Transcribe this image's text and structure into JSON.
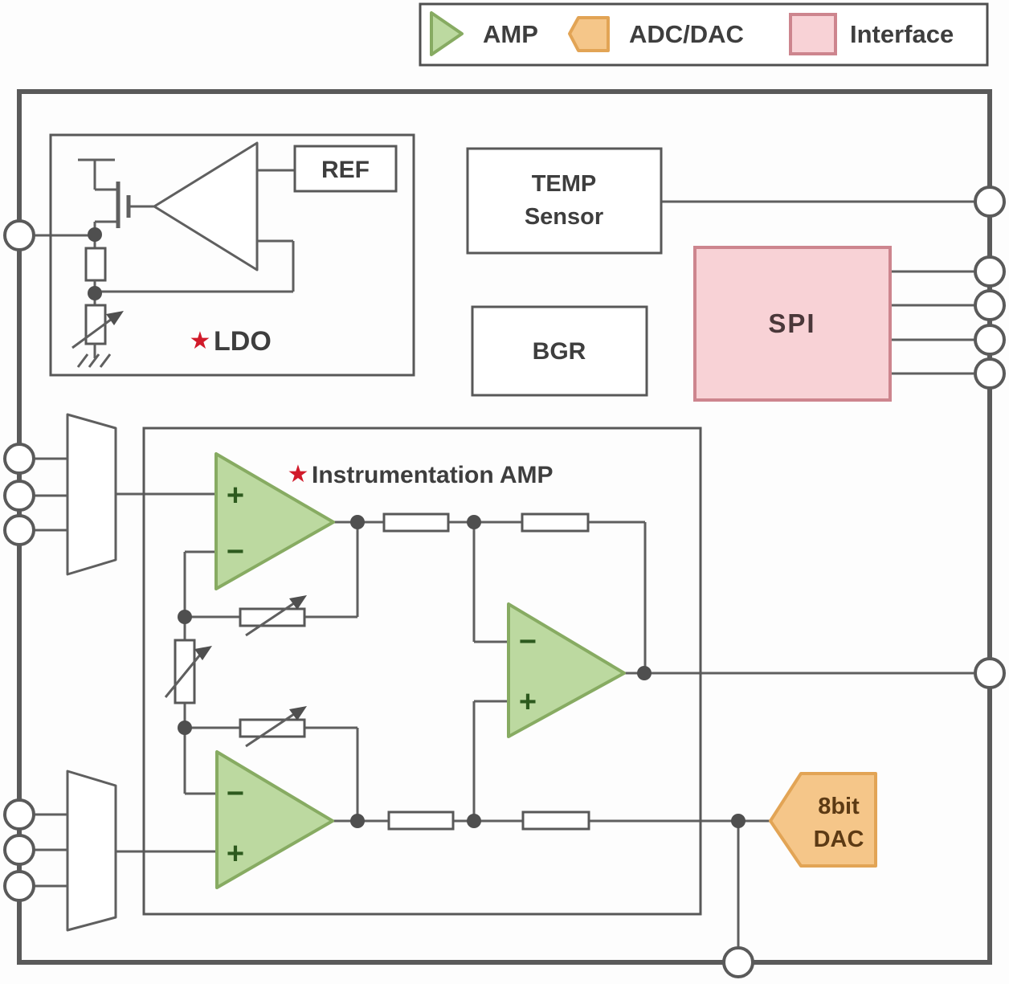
{
  "legend": {
    "items": [
      {
        "label": "AMP",
        "symbol": "amp-triangle-icon"
      },
      {
        "label": "ADC/DAC",
        "symbol": "adc-dac-pentagon-icon"
      },
      {
        "label": "Interface",
        "symbol": "interface-square-icon"
      }
    ]
  },
  "blocks": {
    "ldo": {
      "star": "★",
      "label": "LDO",
      "ref_label": "REF"
    },
    "temp": {
      "line1": "TEMP",
      "line2": "Sensor"
    },
    "bgr": {
      "label": "BGR"
    },
    "spi": {
      "label": "SPI"
    },
    "inamp": {
      "star": "★",
      "label": "Instrumentation AMP"
    },
    "dac": {
      "line1": "8bit",
      "line2": "DAC"
    }
  },
  "symbols": {
    "plus": "+",
    "minus": "−"
  },
  "colors": {
    "amp_fill": "#bcd9a0",
    "amp_stroke": "#87ab62",
    "adc_fill": "#f5c689",
    "adc_stroke": "#e2a455",
    "interface_fill": "#f8d2d6",
    "interface_stroke": "#cd858e",
    "wire": "#5f5f5f",
    "star_red": "#d11a2a",
    "text": "#3e3e3e"
  }
}
